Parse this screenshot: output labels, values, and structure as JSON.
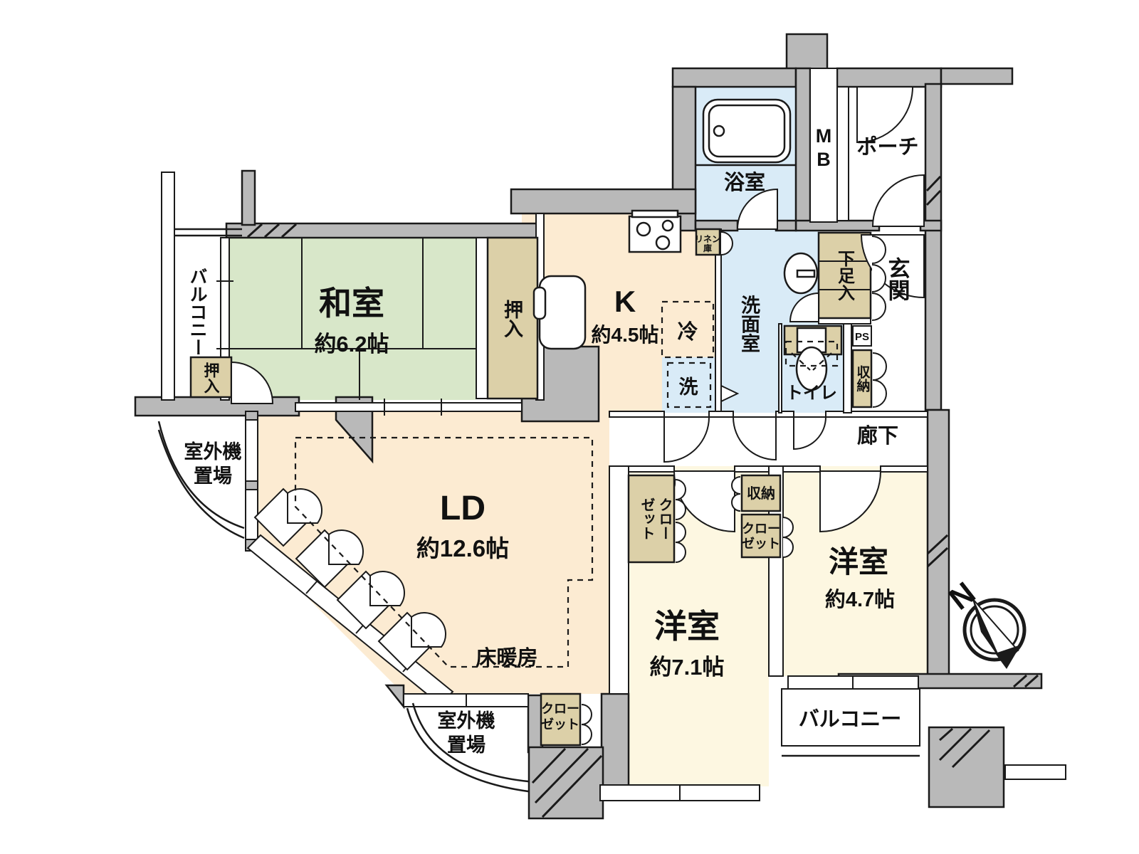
{
  "plan": {
    "rooms": {
      "washitsu": {
        "name": "和室",
        "size": "約6.2帖"
      },
      "living": {
        "name": "LD",
        "size": "約12.6帖",
        "floor_heating": "床暖房"
      },
      "kitchen": {
        "name": "K",
        "size": "約4.5帖"
      },
      "western_main": {
        "name": "洋室",
        "size": "約7.1帖"
      },
      "western_small": {
        "name": "洋室",
        "size": "約4.7帖"
      },
      "bath": "浴室",
      "washroom": "洗面室",
      "toilet": "トイレ",
      "entrance": "玄関",
      "porch": "ポーチ",
      "corridor": "廊下",
      "meter_box_line1": "M",
      "meter_box_line2": "B"
    },
    "storage": {
      "oshiire": "押入",
      "closet_line1": "クロー",
      "closet_line2": "ゼット",
      "storage": "収納",
      "shoe_box": "下足入",
      "linen_line1": "リネン",
      "linen_line2": "庫",
      "pipe_shaft": "PS"
    },
    "fixtures": {
      "fridge": "冷",
      "washer": "洗"
    },
    "outdoor": {
      "balcony": "バルコニー",
      "outdoor_unit_line1": "室外機",
      "outdoor_unit_line2": "置場"
    },
    "compass": {
      "north": "N"
    }
  },
  "colors": {
    "wall": "#b9b9b9",
    "tatami": "#d8e7c9",
    "living": "#fcebd2",
    "western": "#fdf7e1",
    "water": "#d9ebf7",
    "closet": "#dcd0a8",
    "line": "#1a1a1a"
  }
}
